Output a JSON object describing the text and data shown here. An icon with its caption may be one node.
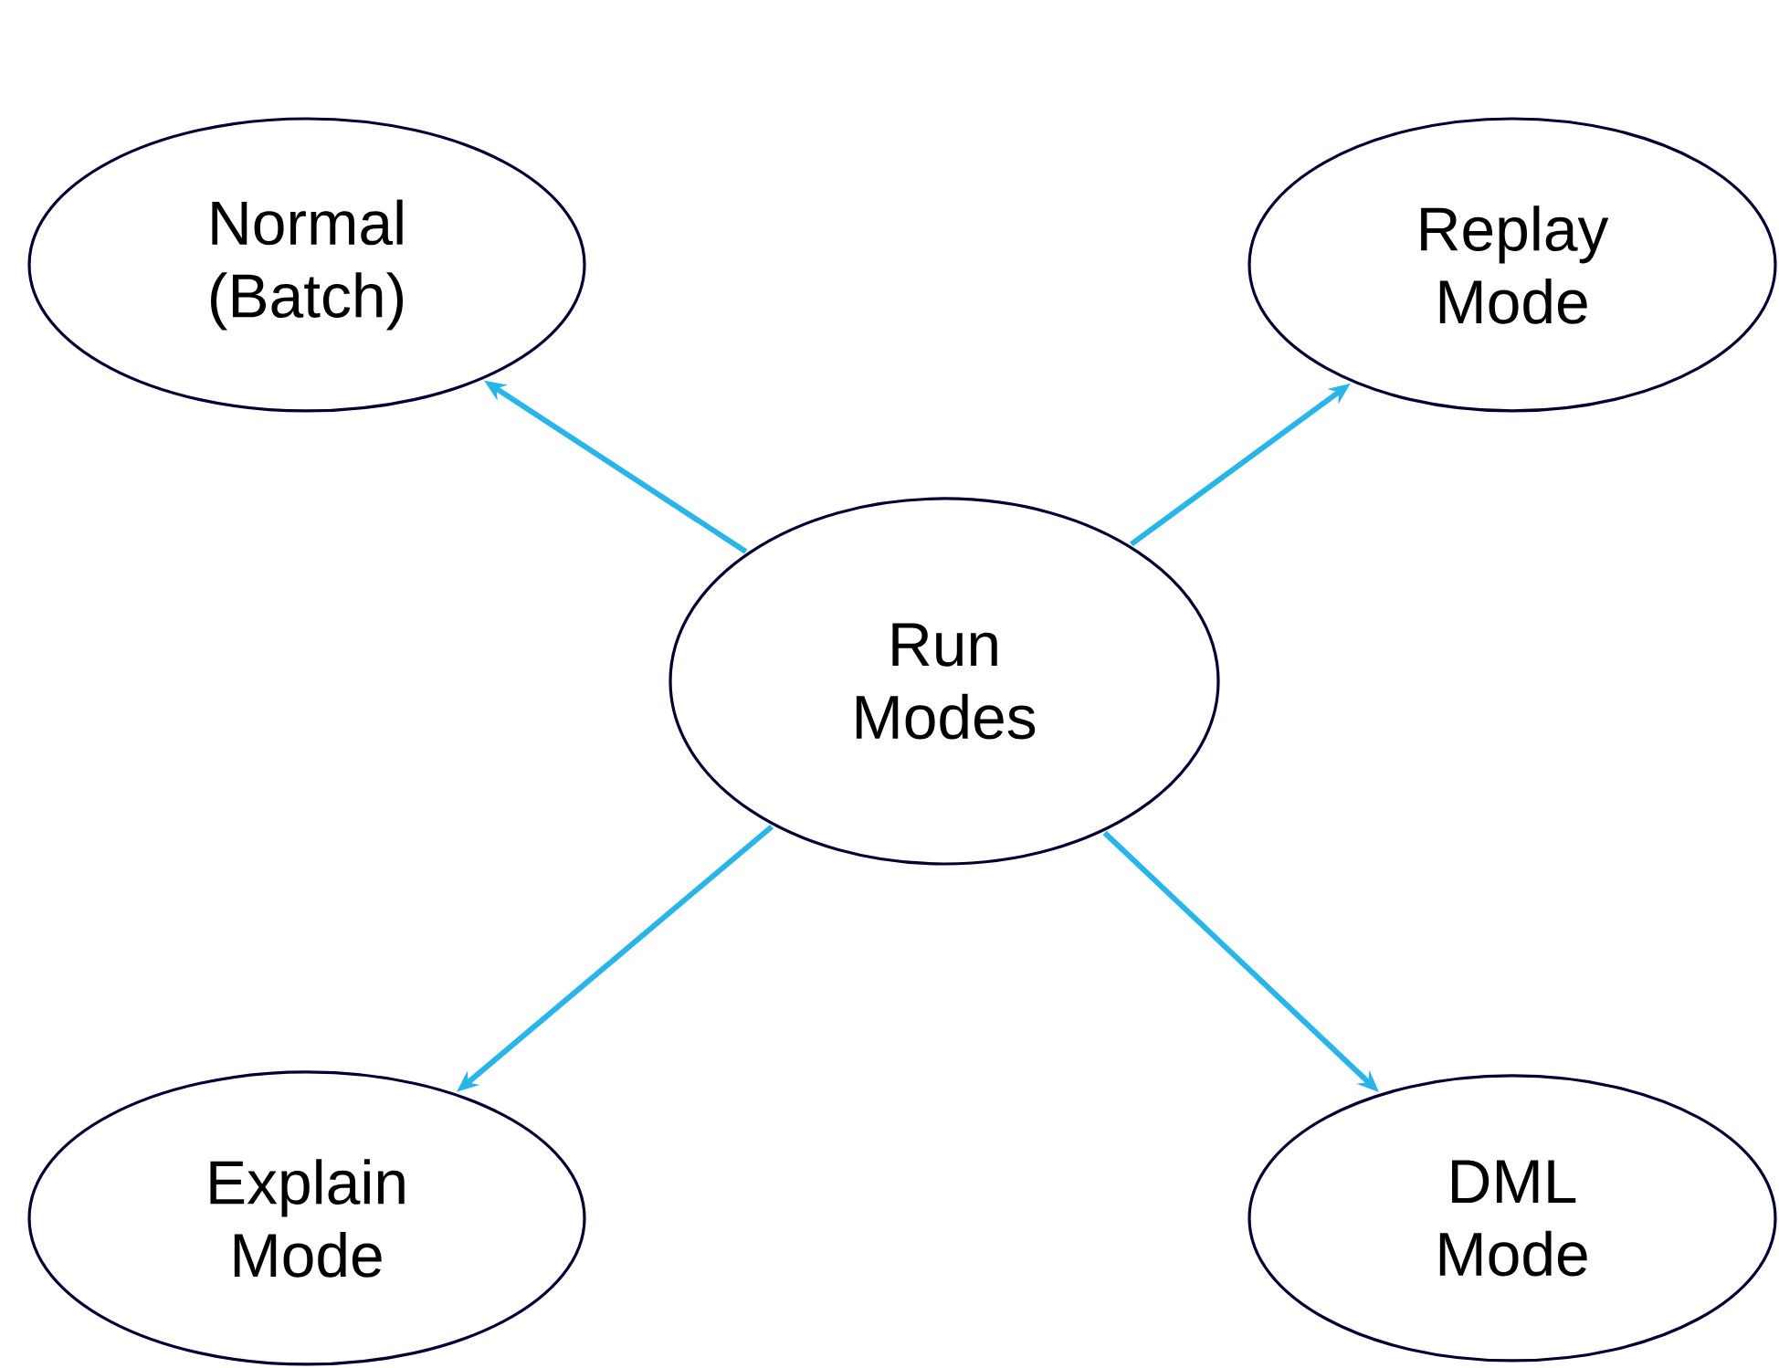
{
  "diagram": {
    "nodes": [
      {
        "text": [
          "Run Modes"
        ]
      },
      {
        "text": [
          "Normal (Batch)"
        ]
      },
      {
        "text": [
          "Replay Mode"
        ]
      },
      {
        "text": [
          "Explain Mode"
        ]
      },
      {
        "text": [
          "DML Mode"
        ]
      }
    ],
    "edges": [
      {
        "from": 0,
        "to": 1,
        "arrow": "to"
      },
      {
        "from": 0,
        "to": 2,
        "arrow": "to"
      },
      {
        "from": 0,
        "to": 3,
        "arrow": "to"
      },
      {
        "from": 0,
        "to": 4,
        "arrow": "to"
      }
    ]
  }
}
